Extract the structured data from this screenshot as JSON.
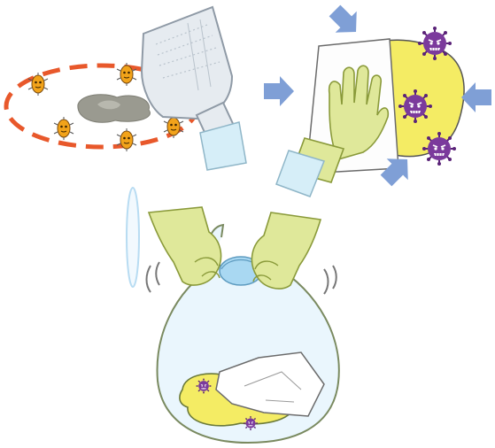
{
  "illustration": {
    "panels": [
      {
        "id": "panel-wipe-spill",
        "depicts": "contaminated-spill-wiping"
      },
      {
        "id": "panel-press-sheet",
        "depicts": "gloved-hand-pressing-sheet-over-spill"
      },
      {
        "id": "panel-bag-disposal",
        "depicts": "tied-bag-with-waste"
      }
    ],
    "colors": {
      "dashed_ring": "#e8582b",
      "germ_orange": "#f2a31a",
      "germ_purple": "#7b3a9c",
      "glove": "#dfe89a",
      "glove_outline": "#8a9a3a",
      "cuff": "#d6eef8",
      "arrow": "#7f9fd6",
      "spill_yellow": "#f4ec64",
      "spill_gray": "#9a9a90",
      "bag_fill": "#eaf6fd",
      "bag_tie": "#a9d8f2"
    },
    "icons": [
      "germ-icon",
      "virus-icon",
      "arrow-icon",
      "glove-icon"
    ]
  }
}
